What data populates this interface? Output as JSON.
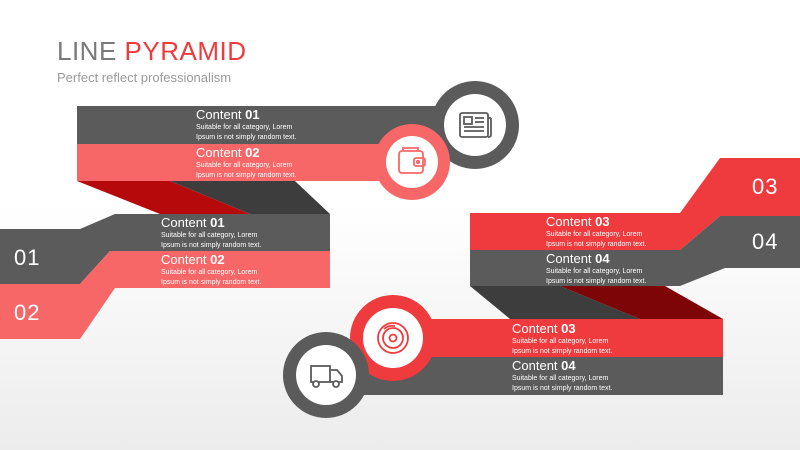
{
  "header": {
    "title_plain": "LINE",
    "title_accent": "PYRAMID",
    "subtitle": "Perfect reflect professionalism"
  },
  "colors": {
    "gray": "#5b5b5b",
    "red": "#ef3b3e",
    "light_red": "#f86768",
    "dark_red": "#b5090c",
    "light_gray": "#9a9a9a"
  },
  "icons": {
    "top_gray": "newspaper-icon",
    "top_red": "wallet-icon",
    "bottom_red": "disc-icon",
    "bottom_gray": "truck-icon"
  },
  "top_band": {
    "item1": {
      "word": "Content",
      "num": "01",
      "line1": "Suitable for all category, Lorem",
      "line2": "Ipsum is not simply random text."
    },
    "item2": {
      "word": "Content",
      "num": "02",
      "line1": "Suitable for all category, Lorem",
      "line2": "Ipsum is not simply random text."
    }
  },
  "left_band": {
    "item1": {
      "word": "Content",
      "num": "01",
      "line1": "Suitable for all category, Lorem",
      "line2": "Ipsum is not simply random text."
    },
    "item2": {
      "word": "Content",
      "num": "02",
      "line1": "Suitable for all category, Lorem",
      "line2": "Ipsum is not simply random text."
    },
    "tab1": "01",
    "tab2": "02"
  },
  "right_band": {
    "item1": {
      "word": "Content",
      "num": "03",
      "line1": "Suitable for all category, Lorem",
      "line2": "Ipsum is not simply random text."
    },
    "item2": {
      "word": "Content",
      "num": "04",
      "line1": "Suitable for all category, Lorem",
      "line2": "Ipsum is not simply random text."
    },
    "tab1": "03",
    "tab2": "04"
  },
  "bottom_band": {
    "item1": {
      "word": "Content",
      "num": "03",
      "line1": "Suitable for all category, Lorem",
      "line2": "Ipsum is not simply random text."
    },
    "item2": {
      "word": "Content",
      "num": "04",
      "line1": "Suitable for all category, Lorem",
      "line2": "Ipsum is not simply random text."
    }
  }
}
